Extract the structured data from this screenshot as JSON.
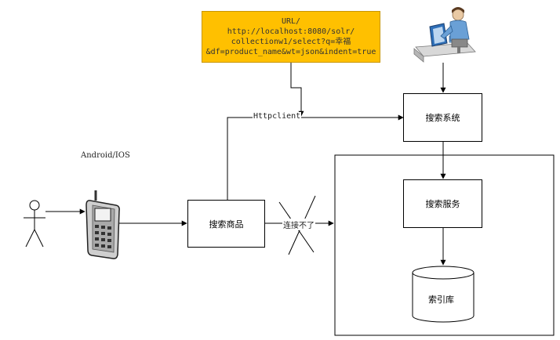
{
  "colors": {
    "note_fill": "#FFC000",
    "stroke": "#000000",
    "background": "#FFFFFF"
  },
  "url_note": {
    "lines": [
      "URL/",
      "http://localhost:8080/solr/",
      "collectionw1/select?q=幸福",
      "&df=product_name&wt=json&indent=true"
    ]
  },
  "nodes": {
    "search_system": "搜索系统",
    "search_service": "搜索服务",
    "search_product": "搜索商品",
    "index_db": "索引库"
  },
  "labels": {
    "platform": "Android/IOS",
    "httpclient": "Httpclient",
    "cannot_connect": "连接不了"
  },
  "icons": {
    "operator": "computer-user-icon",
    "mobile": "mobile-phone-icon",
    "user": "stick-figure-icon"
  }
}
